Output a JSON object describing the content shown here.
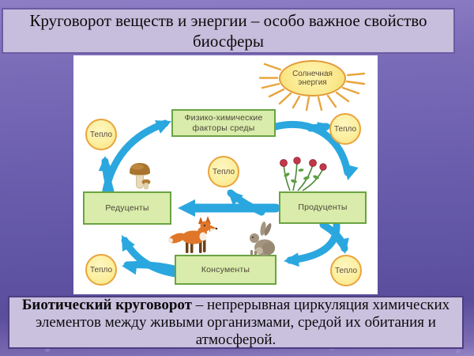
{
  "slide": {
    "title": "Круговорот веществ и энергии – особо важное свойство биосферы",
    "footer": {
      "term": "Биотический круговорот",
      "definition": " – непрерывная циркуляция химических элементов между живыми организмами, средой их обитания и атмосферой."
    }
  },
  "diagram": {
    "sun_label": "Солнечная энергия",
    "nodes": {
      "factors": "Физико-химические факторы среды",
      "reducers": "Редуценты",
      "producers": "Продуценты",
      "consumers": "Консументы"
    },
    "heat": [
      {
        "position": "top-left",
        "label": "Тепло"
      },
      {
        "position": "top-right",
        "label": "Тепло"
      },
      {
        "position": "center",
        "label": "Тепло"
      },
      {
        "position": "bottom-left",
        "label": "Тепло"
      },
      {
        "position": "bottom-right",
        "label": "Тепло"
      }
    ],
    "images": [
      "mushroom",
      "clover-plant",
      "fox",
      "rabbit"
    ]
  },
  "colors": {
    "background_top": "#8d7ec6",
    "background_bottom": "#5a4d9c",
    "title_box_bg": "#c7bddc",
    "title_box_border": "#6b5ba4",
    "footer_box_bg": "#cac1df",
    "footer_box_border": "#4e3e82",
    "panel_bg": "#ffffff",
    "node_green_bg": "#d9ecab",
    "node_green_border": "#6aa342",
    "heat_yellow_bg": "#fcefa0",
    "heat_orange_border": "#e8a53e",
    "sun_yellow": "#fbe98f",
    "arrow_blue": "#2ba7df"
  }
}
